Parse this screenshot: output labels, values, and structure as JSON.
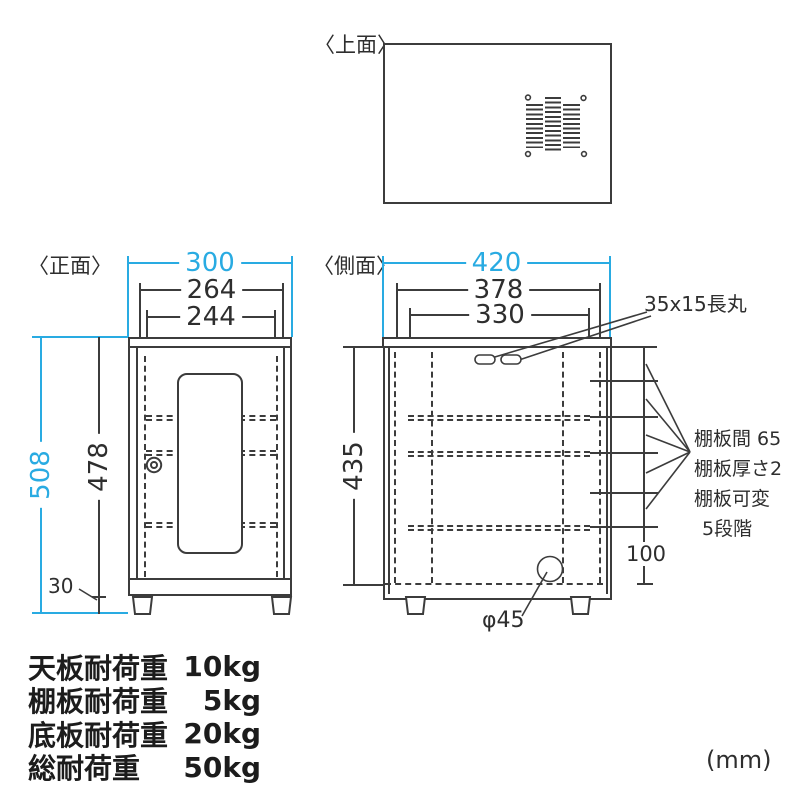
{
  "unit": "(mm)",
  "colors": {
    "accent": "#29abe2",
    "line": "#3c3c3c"
  },
  "top_view": {
    "label": "〈上面〉"
  },
  "front_view": {
    "label": "〈正面〉",
    "dim_width_outer": "300",
    "dim_width_door": "264",
    "dim_width_inner": "244",
    "dim_height_total": "508",
    "dim_height_body": "478",
    "dim_foot_height": "30"
  },
  "side_view": {
    "label": "〈側面〉",
    "dim_depth_outer": "420",
    "dim_depth_back": "378",
    "dim_depth_inner": "330",
    "dim_height_inner": "435",
    "dim_bottom_clearance": "100",
    "note_oblong_hole": "35x15長丸",
    "shelf_notes": [
      "棚板間 65",
      "棚板厚さ2",
      "棚板可変",
      "5段階"
    ],
    "note_cable_hole": "φ45"
  },
  "load_specs": {
    "rows": [
      {
        "label": "天板耐荷重",
        "value": "10kg"
      },
      {
        "label": "棚板耐荷重",
        "value": "5kg"
      },
      {
        "label": "底板耐荷重",
        "value": "20kg"
      },
      {
        "label": "総耐荷重",
        "value": "50kg"
      }
    ]
  }
}
